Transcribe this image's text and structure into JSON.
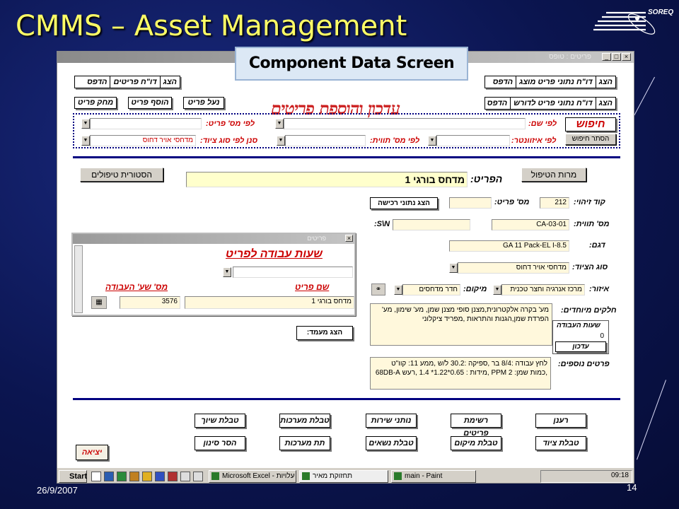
{
  "slide": {
    "title": "CMMS – Asset Management",
    "logo_text": "SOREQ",
    "date": "26/9/2007",
    "page": "14",
    "callout": "Component Data Screen"
  },
  "form": {
    "title": "עדכון והוספת פריטים",
    "window_title": "פריטים : טופס",
    "top_right_rows": [
      [
        "הצג",
        "דו\"ח נתוני פריט מוצג",
        "הדפס"
      ],
      [
        "הצג",
        "דו\"ח נתוני פריט לדורש",
        "הדפס"
      ]
    ],
    "top_left_row": [
      "הצג",
      "דו\"ח פריטים",
      "הדפס"
    ],
    "top_left_buttons": [
      "נעל פריט",
      "הוסף פריט",
      "מחק פריט"
    ],
    "search": {
      "label": "חיפוש",
      "hide_button": "הסתר חיפוש",
      "by_name": "לפי שם:",
      "by_item_no": "לפי מס' פריט:",
      "by_inventory": "לפי איזוונטר:",
      "by_tag": "לפי מס' תווית:",
      "filter_type": "סנן לפי סוג ציוד:",
      "filter_type_value": "מדחסי אויר דחוס"
    },
    "care_button": "מרות הטיפול",
    "history_button": "הסטורית טיפולים",
    "item_label": "הפריט:",
    "item_value": "מדחס בורגי 1",
    "id_code_label": "קוד זיהוי:",
    "id_code_value": "212",
    "item_no_label": "מס' פריט:",
    "item_no_value": "",
    "purchase_button": "הצג נתוני רכישה",
    "tag_no_label": "מס' תווית:",
    "tag_no_value": "CA-03-01",
    "sn_label": "S\\N:",
    "sn_value": "",
    "model_label": "דגם:",
    "model_value": "GA 11 Pack-EL I-8.5",
    "type_label": "סוג הציוד:",
    "type_value": "מדחסי אויר דחוס",
    "area_label": "איזור:",
    "area_value": "מרכז אנרגיה וחצר טכנית",
    "location_label": "מיקום:",
    "location_value": "חדר מדחסים",
    "special_parts_label": "חלקים מיוחדים:",
    "special_parts_value": "מע' בקרה אלקטרונית,מצנן סופי מצנן שמן, מע' שימון, מע' הפרדת שמן,הגנות והתראות ,מפריד ציקלוני",
    "work_hours_label": "שעות העבודה",
    "work_hours_value": "0",
    "update_button": "עדכון",
    "extra_details_label": "פרטים נוספים:",
    "extra_details_value": "לחץ עבודה :8/4 בר ,ספיקה :30.2 ל/ש ,ממע 11: קוו\"ט ,כמות שמן: PPM 2 ,מידות : 0.65*1.22* 1.4 ,רעש 68DB-A",
    "show_status": "הצג מעמד:",
    "exit_button": "יציאה",
    "bottom_buttons_row1": [
      "רענן",
      "רשימת פריטים",
      "נותני שירות",
      "טבלת מערכות",
      "טבלת שיוך"
    ],
    "bottom_buttons_row2": [
      "טבלת ציוד",
      "טבלת מיקום",
      "טבלת נשאים",
      "תת מערכות",
      "הסר סינון"
    ]
  },
  "subform": {
    "window_title": "פריטים",
    "title": "שעות עבודה לפריט",
    "col_item_name": "שם פריט",
    "col_work_hours": "מס' שע' העבודה",
    "row_item": "מדחס בורגי 1",
    "row_hours": "3576"
  },
  "taskbar": {
    "start": "Start",
    "tasks": [
      "Microsoft Excel - עלויות ...",
      "תחזוקת מאיר",
      "main - Paint"
    ],
    "clock": "09:18"
  }
}
